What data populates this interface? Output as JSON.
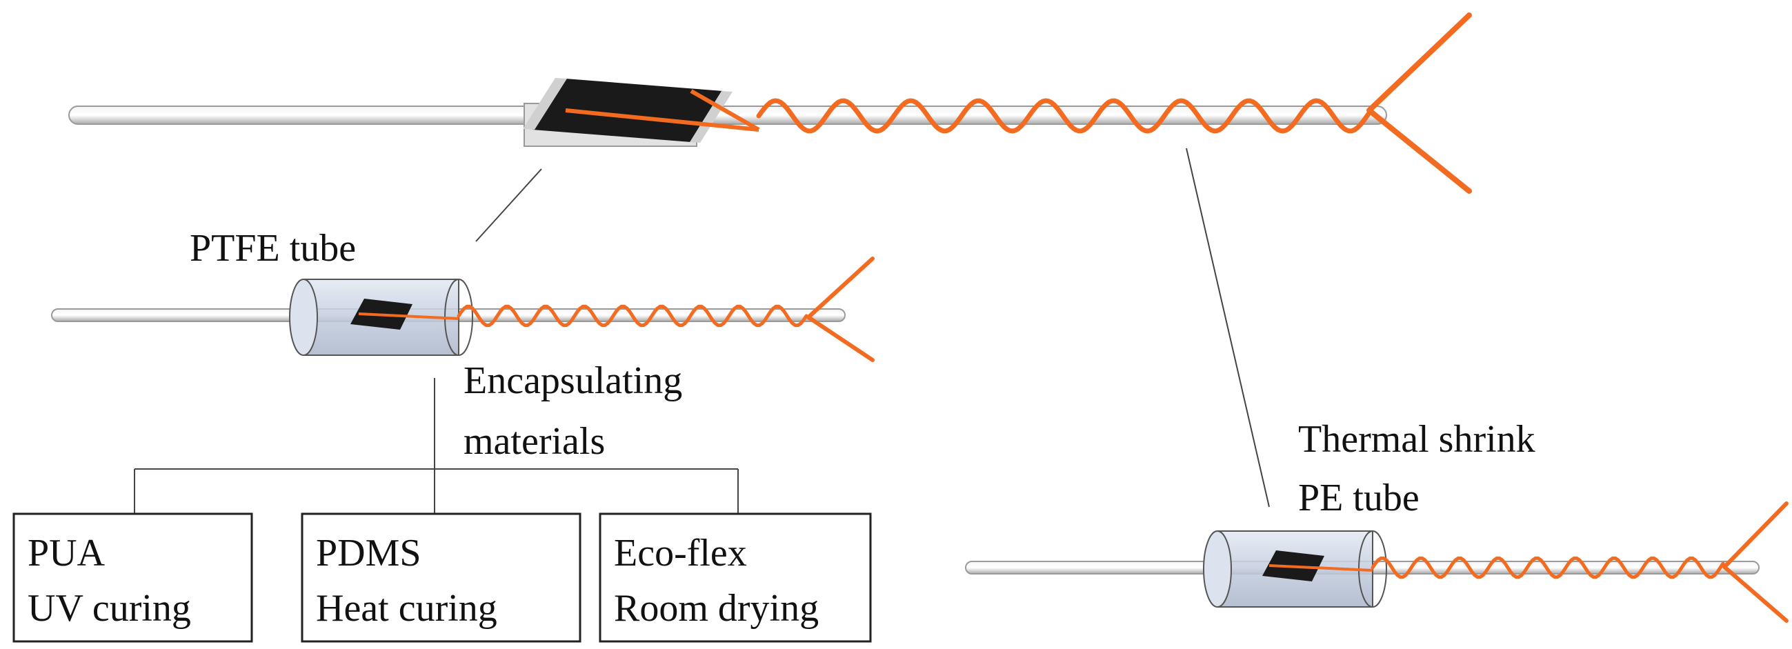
{
  "labels": {
    "ptfe_tube": "PTFE tube",
    "encapsulating_line1": "Encapsulating",
    "encapsulating_line2": "materials",
    "thermal_line1": "Thermal shrink",
    "thermal_line2": "PE tube"
  },
  "materials": [
    {
      "name": "PUA",
      "curing": "UV curing"
    },
    {
      "name": "PDMS",
      "curing": "Heat curing"
    },
    {
      "name": "Eco-flex",
      "curing": "Room drying"
    }
  ],
  "colors": {
    "wire": "#f26b21",
    "sensor_chip": "#1a1a1a",
    "rod": "#d8d8d8",
    "tube": "#c9d3e3",
    "line": "#444444"
  }
}
